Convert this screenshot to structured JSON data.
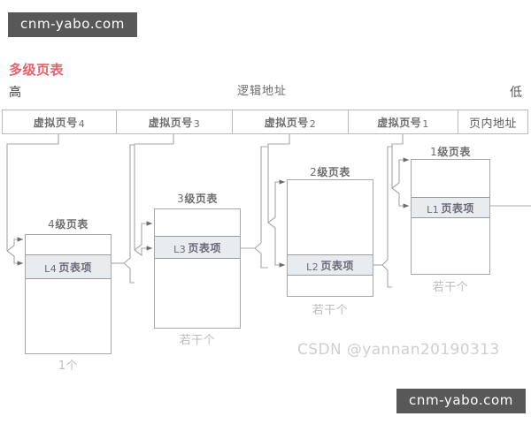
{
  "diagram": {
    "title": "多级页表",
    "high_label": "高",
    "low_label": "低",
    "logical_address_label": "逻辑地址",
    "type": "multi-level page table block diagram",
    "address_bar": {
      "name": "逻辑地址",
      "cells": [
        {
          "text": "虚拟页号",
          "sub": "4",
          "kind": "vpn"
        },
        {
          "text": "虚拟页号",
          "sub": "3",
          "kind": "vpn"
        },
        {
          "text": "虚拟页号",
          "sub": "2",
          "kind": "vpn"
        },
        {
          "text": "虚拟页号",
          "sub": "1",
          "kind": "vpn"
        },
        {
          "text": "页内地址",
          "sub": "",
          "kind": "offset"
        }
      ]
    },
    "tables": [
      {
        "title": "4级页表",
        "title_num": "4",
        "title_rest": "级页表",
        "entry_label": "页表项",
        "entry_sub": "L4",
        "entry_prefix": "L",
        "entry_index": "4",
        "count_label": "1个"
      },
      {
        "title": "3级页表",
        "title_num": "3",
        "title_rest": "级页表",
        "entry_label": "页表项",
        "entry_sub": "L3",
        "entry_prefix": "L",
        "entry_index": "3",
        "count_label": "若干个"
      },
      {
        "title": "2级页表",
        "title_num": "2",
        "title_rest": "级页表",
        "entry_label": "页表项",
        "entry_sub": "L2",
        "entry_prefix": "L",
        "entry_index": "2",
        "count_label": "若干个"
      },
      {
        "title": "1级页表",
        "title_num": "1",
        "title_rest": "级页表",
        "entry_label": "页表项",
        "entry_sub": "L1",
        "entry_prefix": "L",
        "entry_index": "1",
        "count_label": "若干个"
      }
    ]
  },
  "watermarks": {
    "top_badge": "cnm-yabo.com",
    "bottom_badge": "cnm-yabo.com",
    "csdn": "CSDN @yannan20190313"
  },
  "colors": {
    "title_red": "#e8616b",
    "entry_fill": "#e9ecef",
    "line_gray": "#a7a7a7",
    "badge_bg": "#585858",
    "watermark_gray": "#cfcfcf",
    "background": "#ffffff"
  }
}
